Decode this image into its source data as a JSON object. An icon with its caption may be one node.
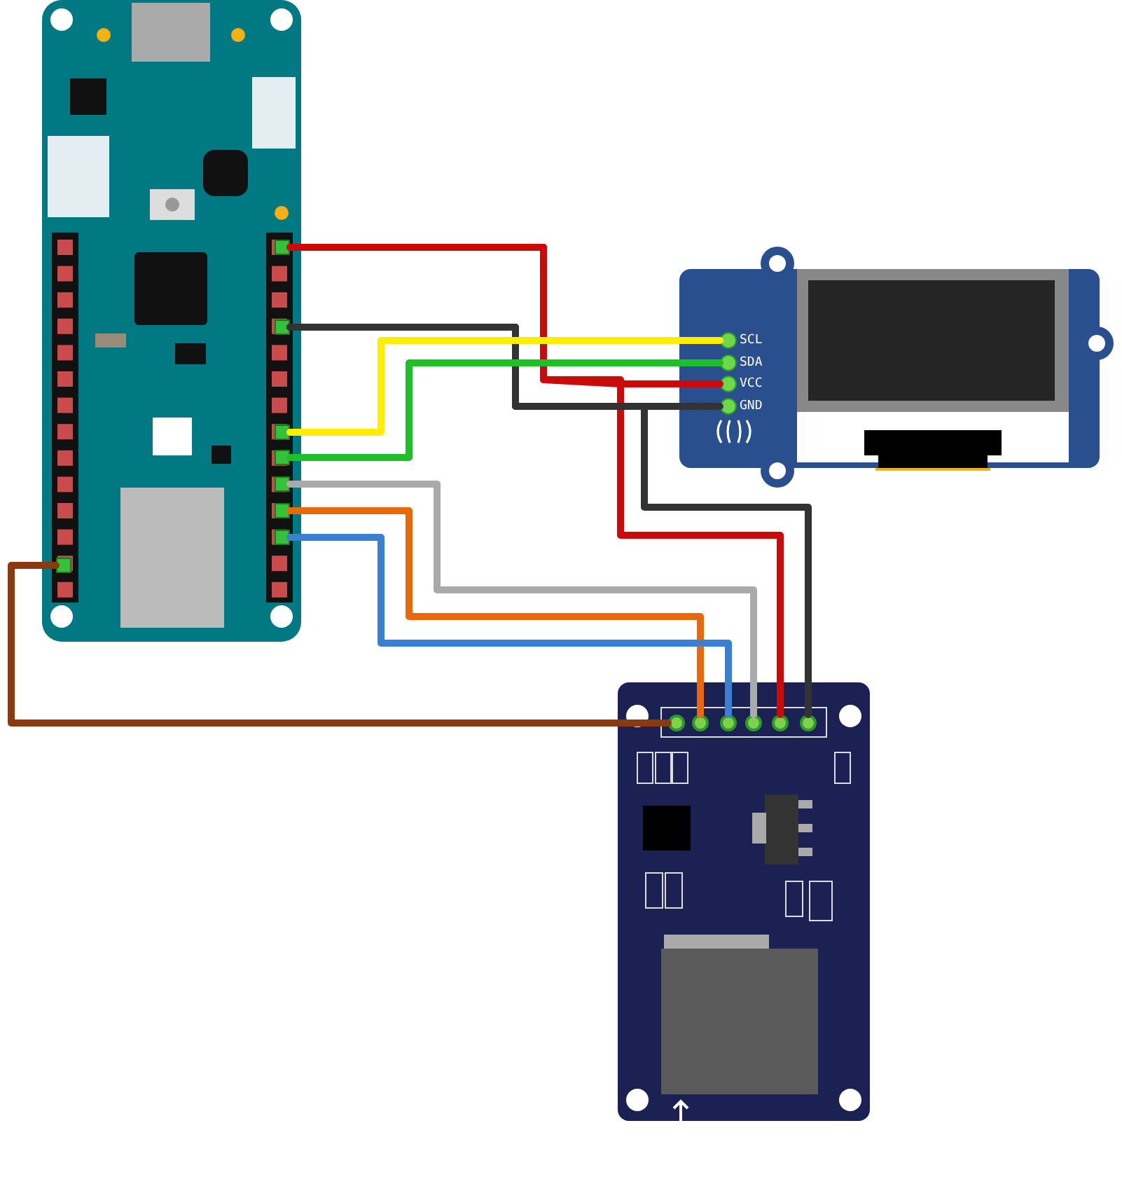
{
  "diagram": {
    "nodes": [
      {
        "text": [],
        "shape": "picture"
      },
      {
        "text": [],
        "shape": "box",
        "in": 0
      },
      {
        "text": [],
        "shape": "box",
        "in": 0
      },
      {
        "text": [],
        "shape": "box",
        "in": 0
      },
      {
        "text": [],
        "shape": "box",
        "in": 0
      },
      {
        "text": [],
        "shape": "box",
        "in": 0
      },
      {
        "text": [],
        "shape": "box",
        "in": 0
      },
      {
        "text": [],
        "shape": "box",
        "in": 0
      },
      {
        "text": [],
        "shape": "box",
        "in": 0
      },
      {
        "text": [],
        "shape": "picture"
      },
      {
        "text": [
          "SCL"
        ],
        "in": 9
      },
      {
        "text": [
          "SDA"
        ],
        "in": 9
      },
      {
        "text": [
          "VCC"
        ],
        "in": 9
      },
      {
        "text": [
          "GND"
        ],
        "in": 9
      },
      {
        "text": [],
        "shape": "picture"
      },
      {
        "text": [],
        "shape": "circle",
        "in": 14
      },
      {
        "text": [],
        "shape": "circle",
        "in": 14
      },
      {
        "text": [],
        "shape": "circle",
        "in": 14
      },
      {
        "text": [],
        "shape": "circle",
        "in": 14
      },
      {
        "text": [],
        "shape": "circle",
        "in": 14
      },
      {
        "text": [],
        "shape": "circle",
        "in": 14
      }
    ],
    "edges": [
      {
        "from": 1,
        "to": 12,
        "arrow": "none",
        "color": "#cc0a0a"
      },
      {
        "from": 1,
        "to": 19,
        "arrow": "none",
        "color": "#cc0a0a"
      },
      {
        "from": 2,
        "to": 13,
        "arrow": "none",
        "color": "#333333"
      },
      {
        "from": 2,
        "to": 20,
        "arrow": "none",
        "color": "#333333"
      },
      {
        "from": 3,
        "to": 10,
        "arrow": "none",
        "color": "#ffee00"
      },
      {
        "from": 4,
        "to": 11,
        "arrow": "none",
        "color": "#1fbf2a"
      },
      {
        "from": 5,
        "to": 18,
        "arrow": "none",
        "color": "#aaaaaa"
      },
      {
        "from": 6,
        "to": 16,
        "arrow": "none",
        "color": "#e8680c"
      },
      {
        "from": 7,
        "to": 17,
        "arrow": "none",
        "color": "#3a7fd0"
      },
      {
        "from": 8,
        "to": 15,
        "arrow": "none",
        "color": "#8b3a0f"
      }
    ]
  }
}
